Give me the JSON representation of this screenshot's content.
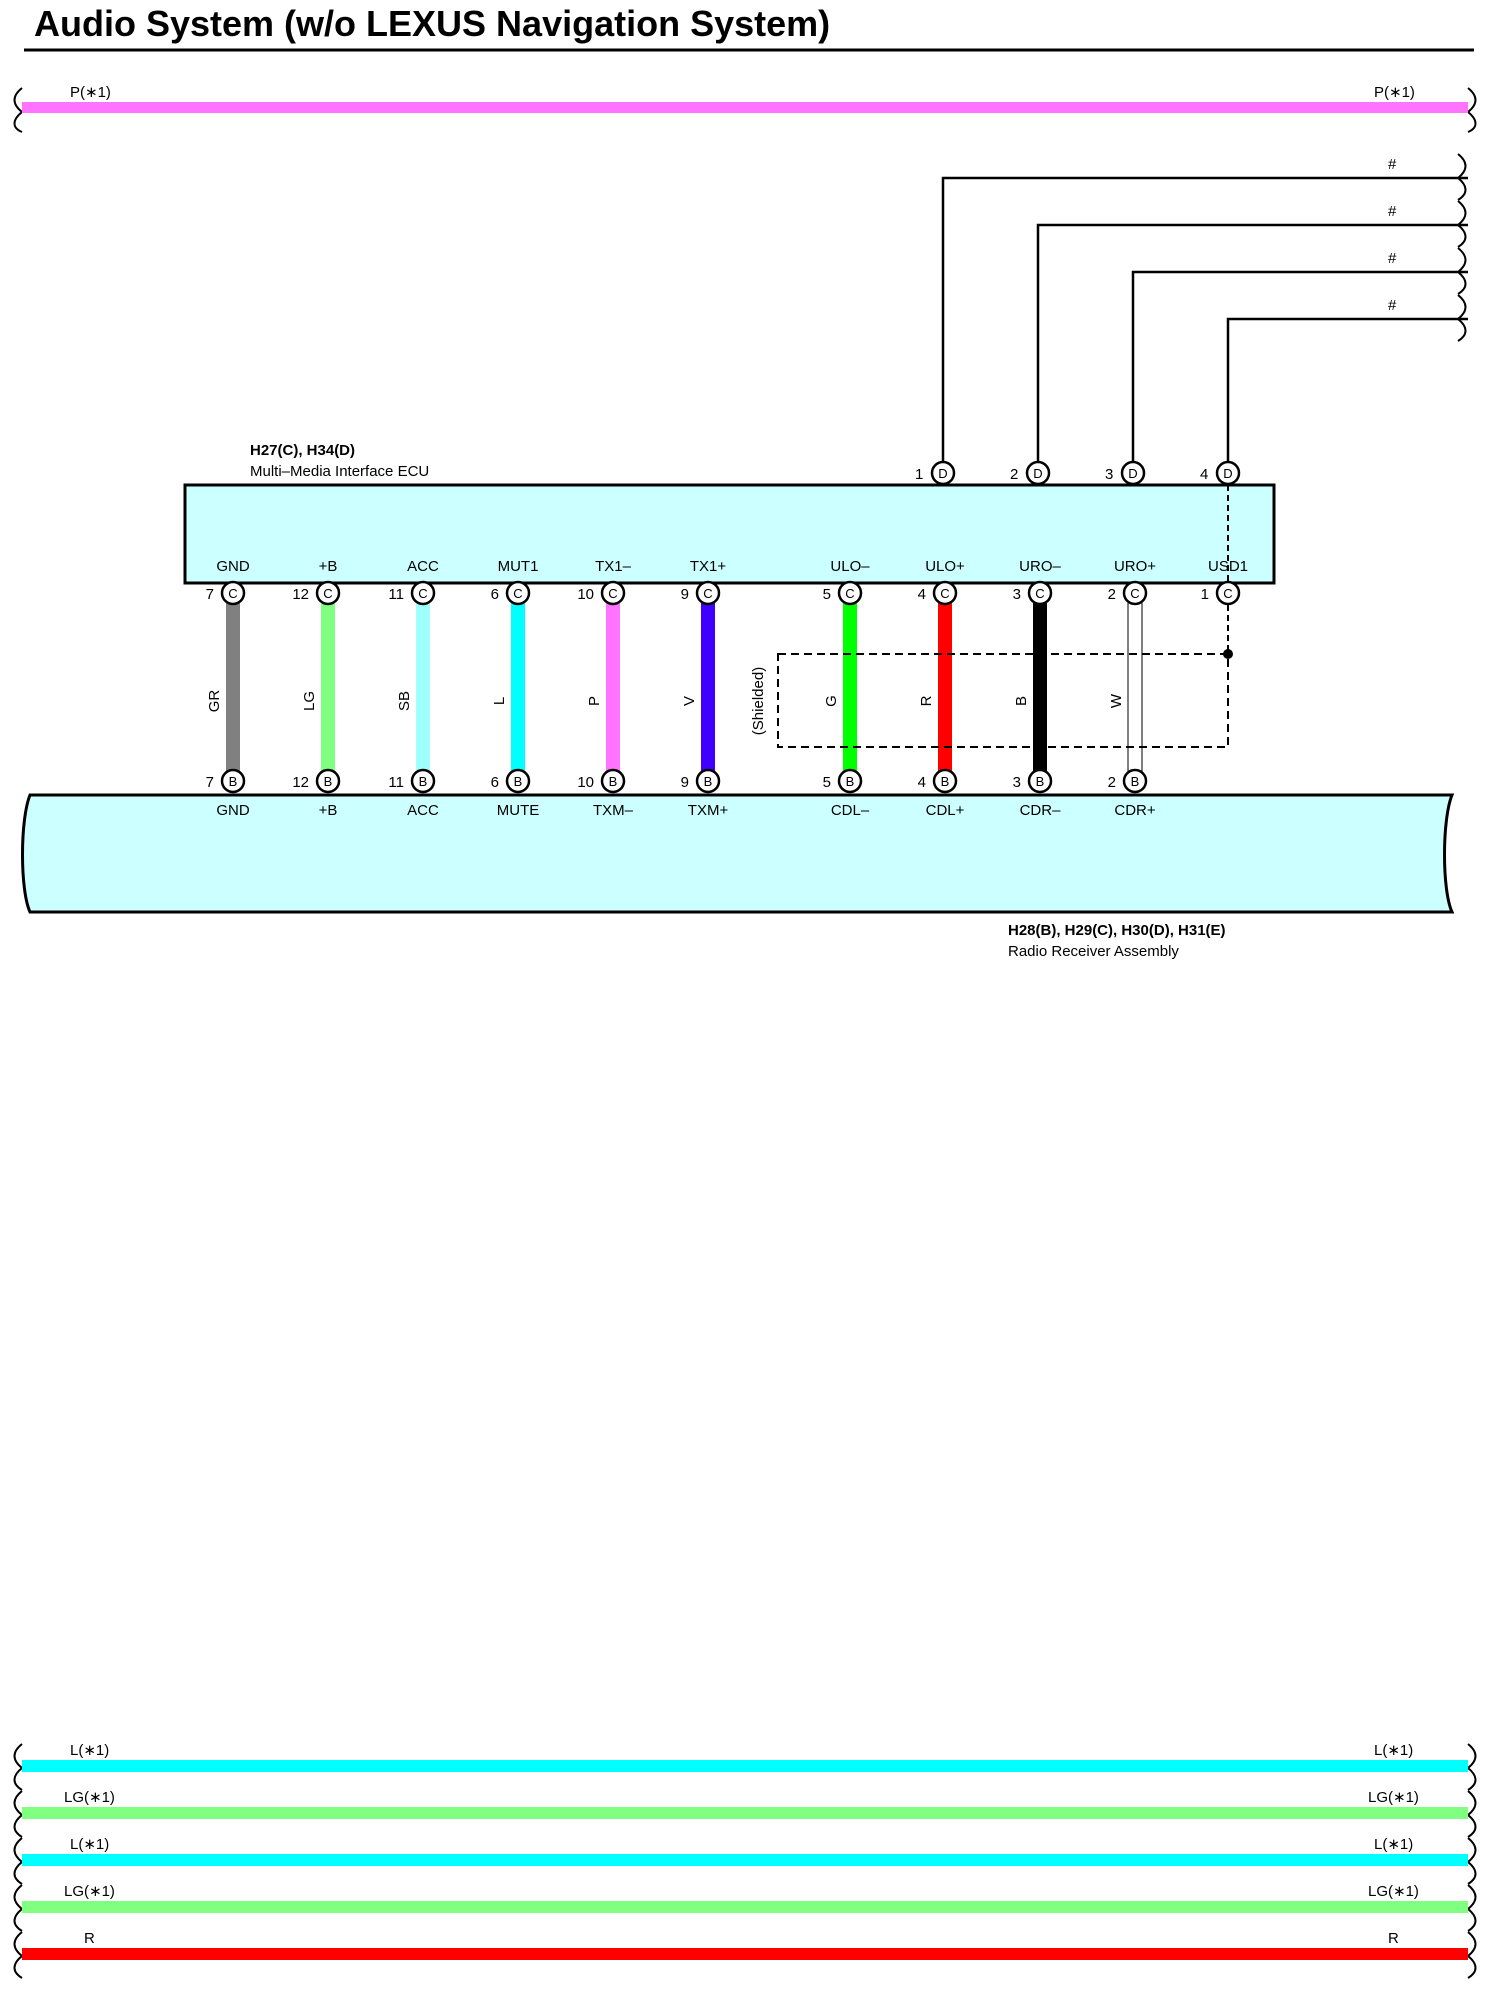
{
  "title": "Audio System (w/o LEXUS Navigation System)",
  "colors": {
    "P": "#ff73ff",
    "L": "#00ffff",
    "LG": "#80ff80",
    "SB": "#a0ffff",
    "GR": "#808080",
    "V": "#4000ff",
    "G": "#00ff00",
    "R": "#ff0000",
    "B": "#000000",
    "W": "#ffffff",
    "box_fill": "#ccffff"
  },
  "top_bus": {
    "left_label": "P(∗1)",
    "right_label": "P(∗1)",
    "color": "P"
  },
  "hash_labels": [
    "#",
    "#",
    "#",
    "#"
  ],
  "ecu": {
    "id": "H27(C), H34(D)",
    "name": "Multi–Media Interface ECU",
    "top_pins": [
      {
        "num": "1",
        "letter": "D"
      },
      {
        "num": "2",
        "letter": "D"
      },
      {
        "num": "3",
        "letter": "D"
      },
      {
        "num": "4",
        "letter": "D"
      }
    ],
    "bottom_pins": [
      {
        "label": "GND",
        "num": "7",
        "letter": "C"
      },
      {
        "label": "+B",
        "num": "12",
        "letter": "C"
      },
      {
        "label": "ACC",
        "num": "11",
        "letter": "C"
      },
      {
        "label": "MUT1",
        "num": "6",
        "letter": "C"
      },
      {
        "label": "TX1–",
        "num": "10",
        "letter": "C"
      },
      {
        "label": "TX1+",
        "num": "9",
        "letter": "C"
      },
      {
        "label": "ULO–",
        "num": "5",
        "letter": "C"
      },
      {
        "label": "ULO+",
        "num": "4",
        "letter": "C"
      },
      {
        "label": "URO–",
        "num": "3",
        "letter": "C"
      },
      {
        "label": "URO+",
        "num": "2",
        "letter": "C"
      },
      {
        "label": "USD1",
        "num": "1",
        "letter": "C"
      }
    ]
  },
  "wires": [
    {
      "code": "GR",
      "color": "GR"
    },
    {
      "code": "LG",
      "color": "LG"
    },
    {
      "code": "SB",
      "color": "SB"
    },
    {
      "code": "L",
      "color": "L"
    },
    {
      "code": "P",
      "color": "P"
    },
    {
      "code": "V",
      "color": "V"
    },
    {
      "code": "G",
      "color": "G"
    },
    {
      "code": "R",
      "color": "R"
    },
    {
      "code": "B",
      "color": "B"
    },
    {
      "code": "W",
      "color": "W"
    }
  ],
  "shield_label": "(Shielded)",
  "radio": {
    "id": "H28(B), H29(C), H30(D), H31(E)",
    "name": "Radio Receiver Assembly",
    "pins": [
      {
        "label": "GND",
        "num": "7",
        "letter": "B"
      },
      {
        "label": "+B",
        "num": "12",
        "letter": "B"
      },
      {
        "label": "ACC",
        "num": "11",
        "letter": "B"
      },
      {
        "label": "MUTE",
        "num": "6",
        "letter": "B"
      },
      {
        "label": "TXM–",
        "num": "10",
        "letter": "B"
      },
      {
        "label": "TXM+",
        "num": "9",
        "letter": "B"
      },
      {
        "label": "CDL–",
        "num": "5",
        "letter": "B"
      },
      {
        "label": "CDL+",
        "num": "4",
        "letter": "B"
      },
      {
        "label": "CDR–",
        "num": "3",
        "letter": "B"
      },
      {
        "label": "CDR+",
        "num": "2",
        "letter": "B"
      }
    ]
  },
  "bottom_buses": [
    {
      "left_label": "L(∗1)",
      "right_label": "L(∗1)",
      "color": "L"
    },
    {
      "left_label": "LG(∗1)",
      "right_label": "LG(∗1)",
      "color": "LG"
    },
    {
      "left_label": "L(∗1)",
      "right_label": "L(∗1)",
      "color": "L"
    },
    {
      "left_label": "LG(∗1)",
      "right_label": "LG(∗1)",
      "color": "LG"
    },
    {
      "left_label": "R",
      "right_label": "R",
      "color": "R"
    }
  ]
}
